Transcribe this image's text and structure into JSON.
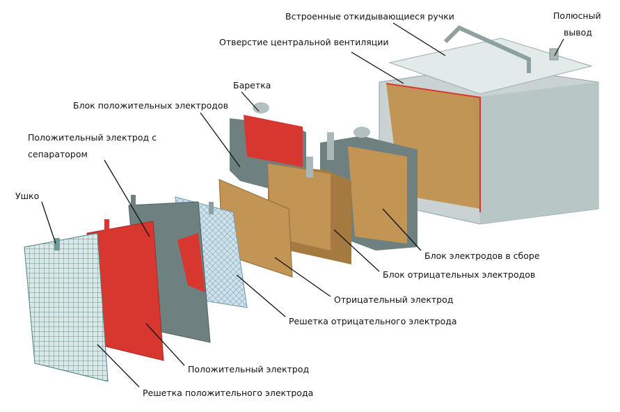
{
  "title": "Устройство аккумуляторной батареи",
  "labels": {
    "handles": "Встроенные откидывающиеся ручки",
    "terminal_1": "Полюсный",
    "terminal_2": "вывод",
    "vent": "Отверстие центральной вентиляции",
    "strap": "Баретка",
    "positive_block": "Блок положительных электродов",
    "positive_sep_1": "Положительный электрод с",
    "positive_sep_2": "сепаратором",
    "lug": "Ушко",
    "assembly": "Блок электродов в сборе",
    "negative_block": "Блок отрицательных электродов",
    "negative_plate": "Отрицательный электрод",
    "negative_grid": "Решетка отрицательного электрода",
    "positive_plate": "Положительный электрод",
    "positive_grid": "Решетка положительного электрода"
  },
  "colors": {
    "positive": "#d8372f",
    "negative": "#b88a4a",
    "grid": "#6f9a9a",
    "case": "#c9d3d3"
  }
}
